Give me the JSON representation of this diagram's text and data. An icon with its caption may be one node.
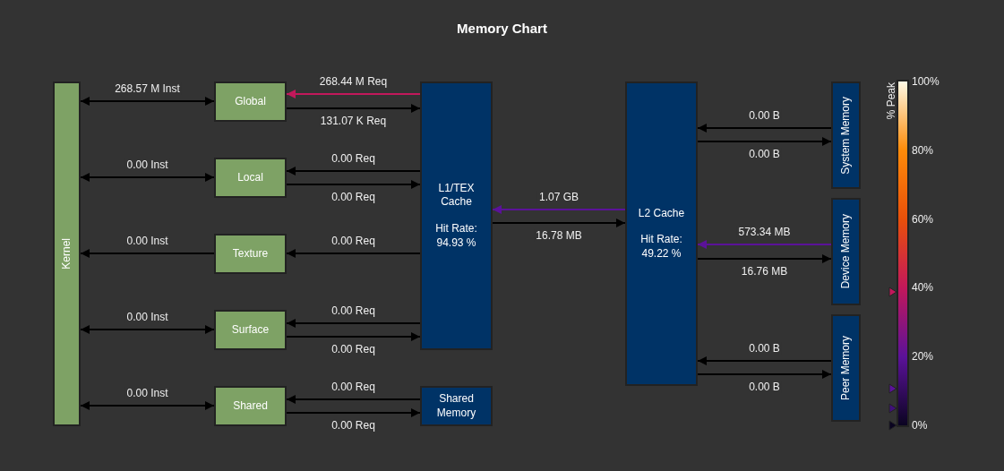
{
  "diagram": {
    "title": "Memory Chart",
    "nodes": [
      {
        "text": [
          "Kernel"
        ]
      },
      {
        "text": [
          "Global"
        ]
      },
      {
        "text": [
          "Local"
        ]
      },
      {
        "text": [
          "Texture"
        ]
      },
      {
        "text": [
          "Surface"
        ]
      },
      {
        "text": [
          "Shared"
        ]
      },
      {
        "text": [
          "L1/TEX Cache",
          "Hit Rate: 94.93 %"
        ]
      },
      {
        "text": [
          "Shared Memory"
        ]
      },
      {
        "text": [
          "L2 Cache",
          "Hit Rate: 49.22 %"
        ]
      },
      {
        "text": [
          "System Memory"
        ]
      },
      {
        "text": [
          "Device Memory"
        ]
      },
      {
        "text": [
          "Peer Memory"
        ]
      }
    ],
    "edges": [
      {
        "from": 0,
        "to": 1,
        "arrow": "both",
        "label": "268.57 M Inst"
      },
      {
        "from": 6,
        "to": 1,
        "arrow": "to",
        "label": "268.44 M Req",
        "color": "#c2185b"
      },
      {
        "from": 1,
        "to": 6,
        "arrow": "to",
        "label": "131.07 K Req"
      },
      {
        "from": 0,
        "to": 2,
        "arrow": "both",
        "label": "0.00 Inst"
      },
      {
        "from": 6,
        "to": 2,
        "arrow": "to",
        "label": "0.00 Req"
      },
      {
        "from": 2,
        "to": 6,
        "arrow": "to",
        "label": "0.00 Req"
      },
      {
        "from": 3,
        "to": 0,
        "arrow": "to",
        "label": "0.00 Inst"
      },
      {
        "from": 6,
        "to": 3,
        "arrow": "to",
        "label": "0.00 Req"
      },
      {
        "from": 0,
        "to": 4,
        "arrow": "both",
        "label": "0.00 Inst"
      },
      {
        "from": 6,
        "to": 4,
        "arrow": "to",
        "label": "0.00 Req"
      },
      {
        "from": 4,
        "to": 6,
        "arrow": "to",
        "label": "0.00 Req"
      },
      {
        "from": 0,
        "to": 5,
        "arrow": "both",
        "label": "0.00 Inst"
      },
      {
        "from": 7,
        "to": 5,
        "arrow": "to",
        "label": "0.00 Req"
      },
      {
        "from": 5,
        "to": 7,
        "arrow": "to",
        "label": "0.00 Req"
      },
      {
        "from": 8,
        "to": 6,
        "arrow": "to",
        "label": "1.07 GB",
        "color": "#5b1299"
      },
      {
        "from": 6,
        "to": 8,
        "arrow": "to",
        "label": "16.78 MB"
      },
      {
        "from": 9,
        "to": 8,
        "arrow": "to",
        "label": "0.00 B"
      },
      {
        "from": 8,
        "to": 9,
        "arrow": "to",
        "label": "0.00 B"
      },
      {
        "from": 10,
        "to": 8,
        "arrow": "to",
        "label": "573.34 MB",
        "color": "#5b1299"
      },
      {
        "from": 8,
        "to": 10,
        "arrow": "to",
        "label": "16.76 MB"
      },
      {
        "from": 11,
        "to": 8,
        "arrow": "to",
        "label": "0.00 B"
      },
      {
        "from": 8,
        "to": 11,
        "arrow": "to",
        "label": "0.00 B"
      }
    ],
    "labels": [
      "% Peak",
      "100%",
      "80%",
      "60%",
      "40%",
      "20%",
      "0%"
    ]
  }
}
